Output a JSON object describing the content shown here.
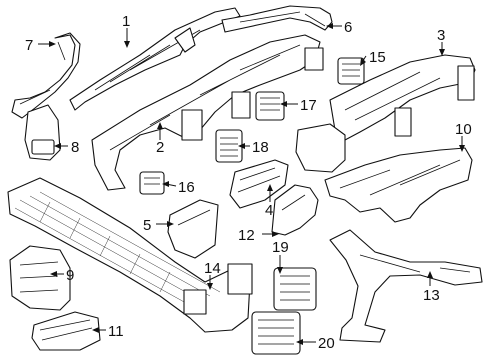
{
  "callouts": [
    {
      "id": "1",
      "label": "1"
    },
    {
      "id": "2",
      "label": "2"
    },
    {
      "id": "3",
      "label": "3"
    },
    {
      "id": "4",
      "label": "4"
    },
    {
      "id": "5",
      "label": "5"
    },
    {
      "id": "6",
      "label": "6"
    },
    {
      "id": "7",
      "label": "7"
    },
    {
      "id": "8",
      "label": "8"
    },
    {
      "id": "9",
      "label": "9"
    },
    {
      "id": "10",
      "label": "10"
    },
    {
      "id": "11",
      "label": "11"
    },
    {
      "id": "12",
      "label": "12"
    },
    {
      "id": "13",
      "label": "13"
    },
    {
      "id": "14",
      "label": "14"
    },
    {
      "id": "15",
      "label": "15"
    },
    {
      "id": "16",
      "label": "16"
    },
    {
      "id": "17",
      "label": "17"
    },
    {
      "id": "18",
      "label": "18"
    },
    {
      "id": "19",
      "label": "19"
    },
    {
      "id": "20",
      "label": "20"
    }
  ],
  "colors": {
    "line": "#111111",
    "background": "#ffffff"
  }
}
